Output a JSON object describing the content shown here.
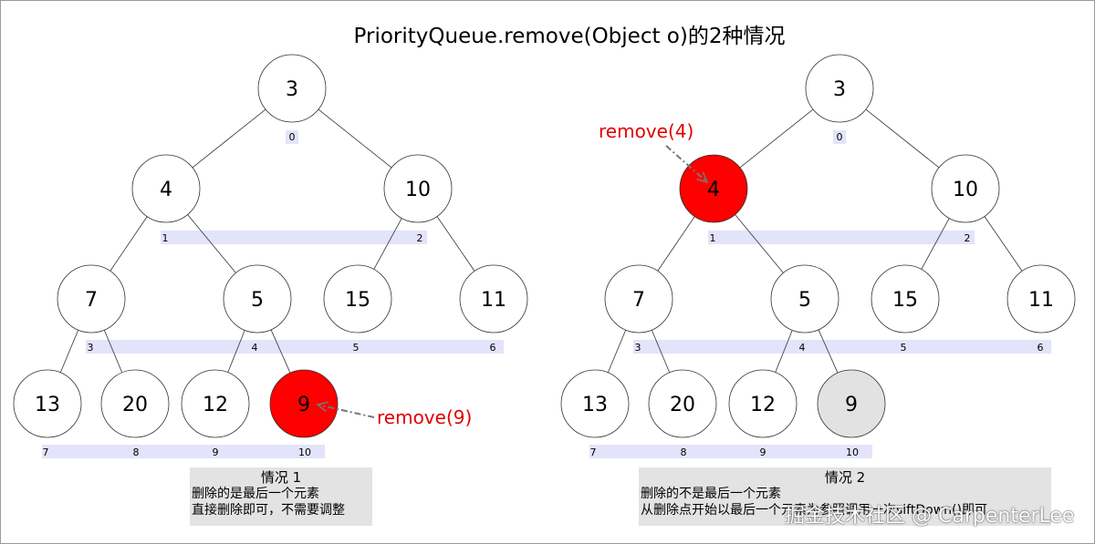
{
  "title": "PriorityQueue.remove(Object o)的2种情况",
  "left": {
    "nodes": [
      "3",
      "4",
      "10",
      "7",
      "5",
      "15",
      "11",
      "13",
      "20",
      "12",
      "9"
    ],
    "indices": [
      "0",
      "1",
      "2",
      "3",
      "4",
      "5",
      "6",
      "7",
      "8",
      "9",
      "10"
    ],
    "highlight": {
      "index": 10,
      "color": "#ff0000"
    },
    "annotation": "remove(9)",
    "case_title": "情况 1",
    "case_lines": [
      "删除的是最后一个元素",
      "直接删除即可，不需要调整"
    ]
  },
  "right": {
    "nodes": [
      "3",
      "4",
      "10",
      "7",
      "5",
      "15",
      "11",
      "13",
      "20",
      "12",
      "9"
    ],
    "indices": [
      "0",
      "1",
      "2",
      "3",
      "4",
      "5",
      "6",
      "7",
      "8",
      "9",
      "10"
    ],
    "highlight": {
      "index": 1,
      "color": "#ff0000"
    },
    "grey": {
      "index": 10,
      "color": "#e2e2e2"
    },
    "annotation": "remove(4)",
    "case_title": "情况 2",
    "case_lines": [
      "删除的不是最后一个元素",
      "从删除点开始以最后一个元素为参照调用一次siftDown()即可"
    ]
  },
  "watermark": "掘金技术社区 @ CarpenterLee"
}
